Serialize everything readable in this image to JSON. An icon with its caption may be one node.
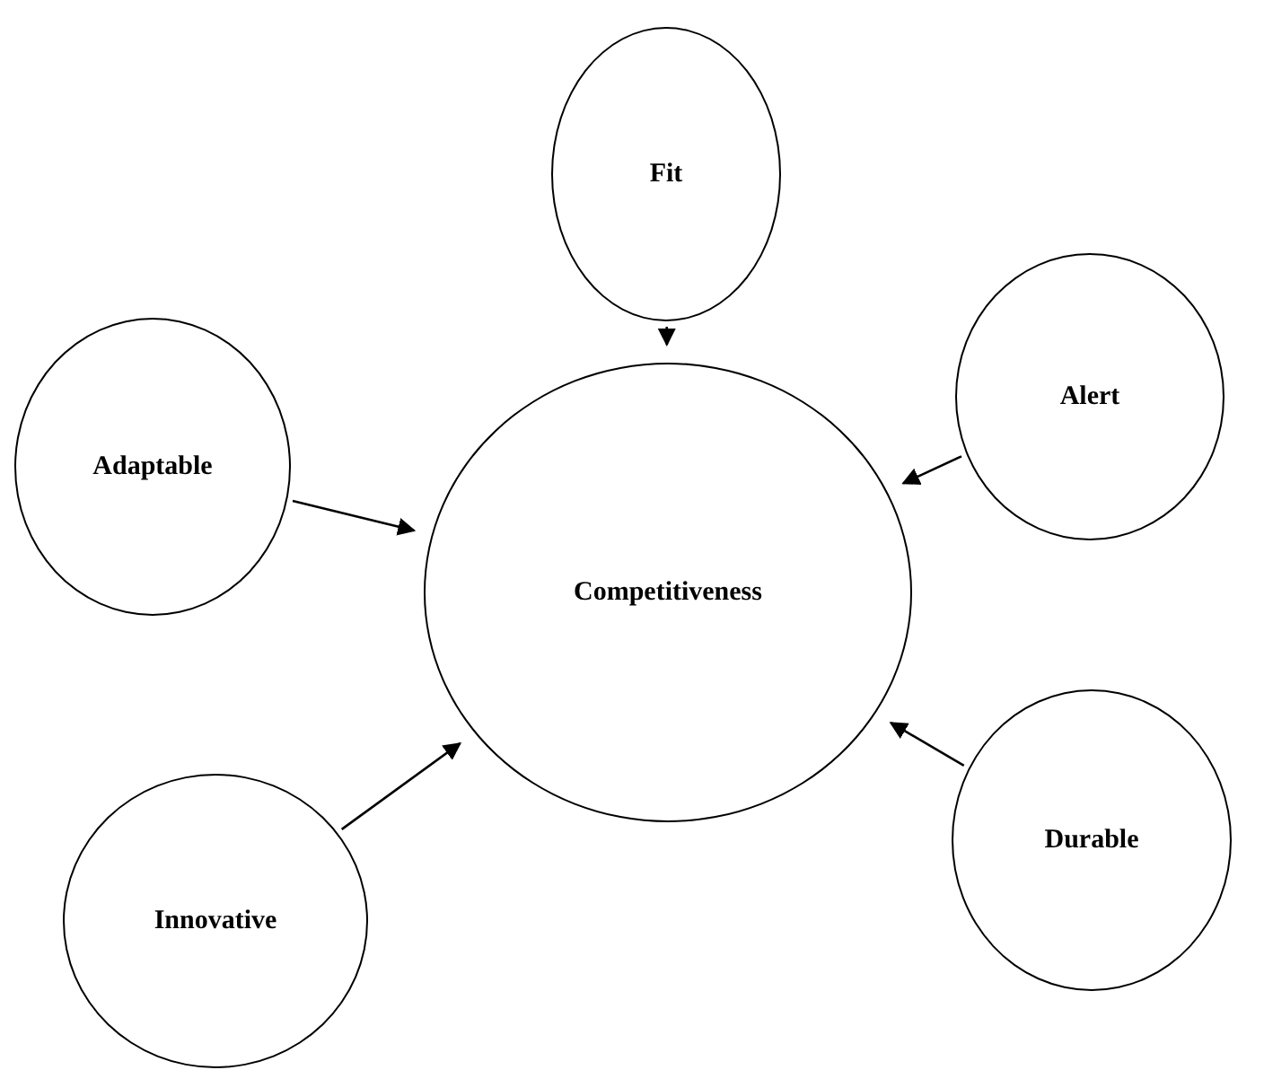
{
  "diagram": {
    "nodes": [
      {
        "text": [
          "Fit"
        ]
      },
      {
        "text": [
          "Alert"
        ]
      },
      {
        "text": [
          "Adaptable"
        ]
      },
      {
        "text": [
          "Competitiveness"
        ]
      },
      {
        "text": [
          "Durable"
        ]
      },
      {
        "text": [
          "Innovative"
        ]
      }
    ],
    "edges": [
      {
        "from": 0,
        "to": 3,
        "arrow": "to"
      },
      {
        "from": 1,
        "to": 3,
        "arrow": "to"
      },
      {
        "from": 2,
        "to": 3,
        "arrow": "to"
      },
      {
        "from": 5,
        "to": 3,
        "arrow": "to"
      },
      {
        "from": 4,
        "to": 3,
        "arrow": "to"
      }
    ]
  }
}
